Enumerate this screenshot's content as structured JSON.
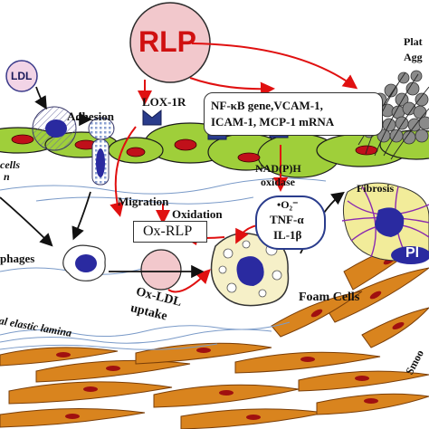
{
  "labels": {
    "rlp": "RLP",
    "ldl": "LDL",
    "adhesion": "Adhesion",
    "lox1r": "LOX-1R",
    "nfkb_line1": "NF-κB gene,VCAM-1,",
    "nfkb_line2": "ICAM-1, MCP-1 mRNA",
    "nadph_line1": "NAD(P)H",
    "nadph_line2": "oxidase",
    "migration": "Migration",
    "oxidation": "Oxidation",
    "ox_rlp": "Ox-RLP",
    "superoxide": "•O₂⁻",
    "tnf": "TNF-α",
    "il1": "IL-1β",
    "fibrosis": "Fibrosis",
    "platelet_line1": "Plat",
    "platelet_line2": "Agg",
    "cells_partial_1": "cells",
    "cells_partial_2": "n",
    "phages": "phages",
    "ox_ldl_line1": "Ox-LDL",
    "ox_ldl_line2": "uptake",
    "foam_cells": "Foam Cells",
    "elastic_lamina": "al elastic lamina",
    "pl_partial": "Pl",
    "smooth_partial": "Smoo"
  },
  "colors": {
    "rlp_fill": "#f2c8cc",
    "rlp_text": "#d01010",
    "arrow_red": "#e01010",
    "endothelium": "#9fcf3a",
    "nucleus_red": "#c0101a",
    "receptor_blue": "#2a3c8c",
    "smooth_muscle": "#d9841e",
    "foam_fill": "#f6f0c8",
    "platelet": "#7a7a7a",
    "fibrosis": "#8a2ab0"
  }
}
